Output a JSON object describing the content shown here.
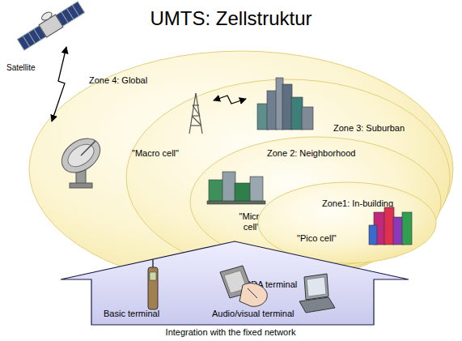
{
  "diagram": {
    "title": "UMTS: Zellstruktur",
    "nodes": [
      {
        "text": [
          "Zone 4: Global"
        ]
      },
      {
        "text": [
          "Zone 3: Suburban",
          "\"Macro cell\""
        ],
        "in": 0
      },
      {
        "text": [
          "Zone 2: Neighborhood",
          "\"Micro cell\""
        ],
        "in": 1
      },
      {
        "text": [
          "Zone1: In-building",
          "\"Pico cell\""
        ],
        "in": 2
      },
      {
        "text": [
          "PDA terminal",
          "Basic terminal",
          "Audio/visual terminal",
          "Integration with the fixed network"
        ]
      }
    ],
    "labels": [
      "Satellite"
    ]
  }
}
